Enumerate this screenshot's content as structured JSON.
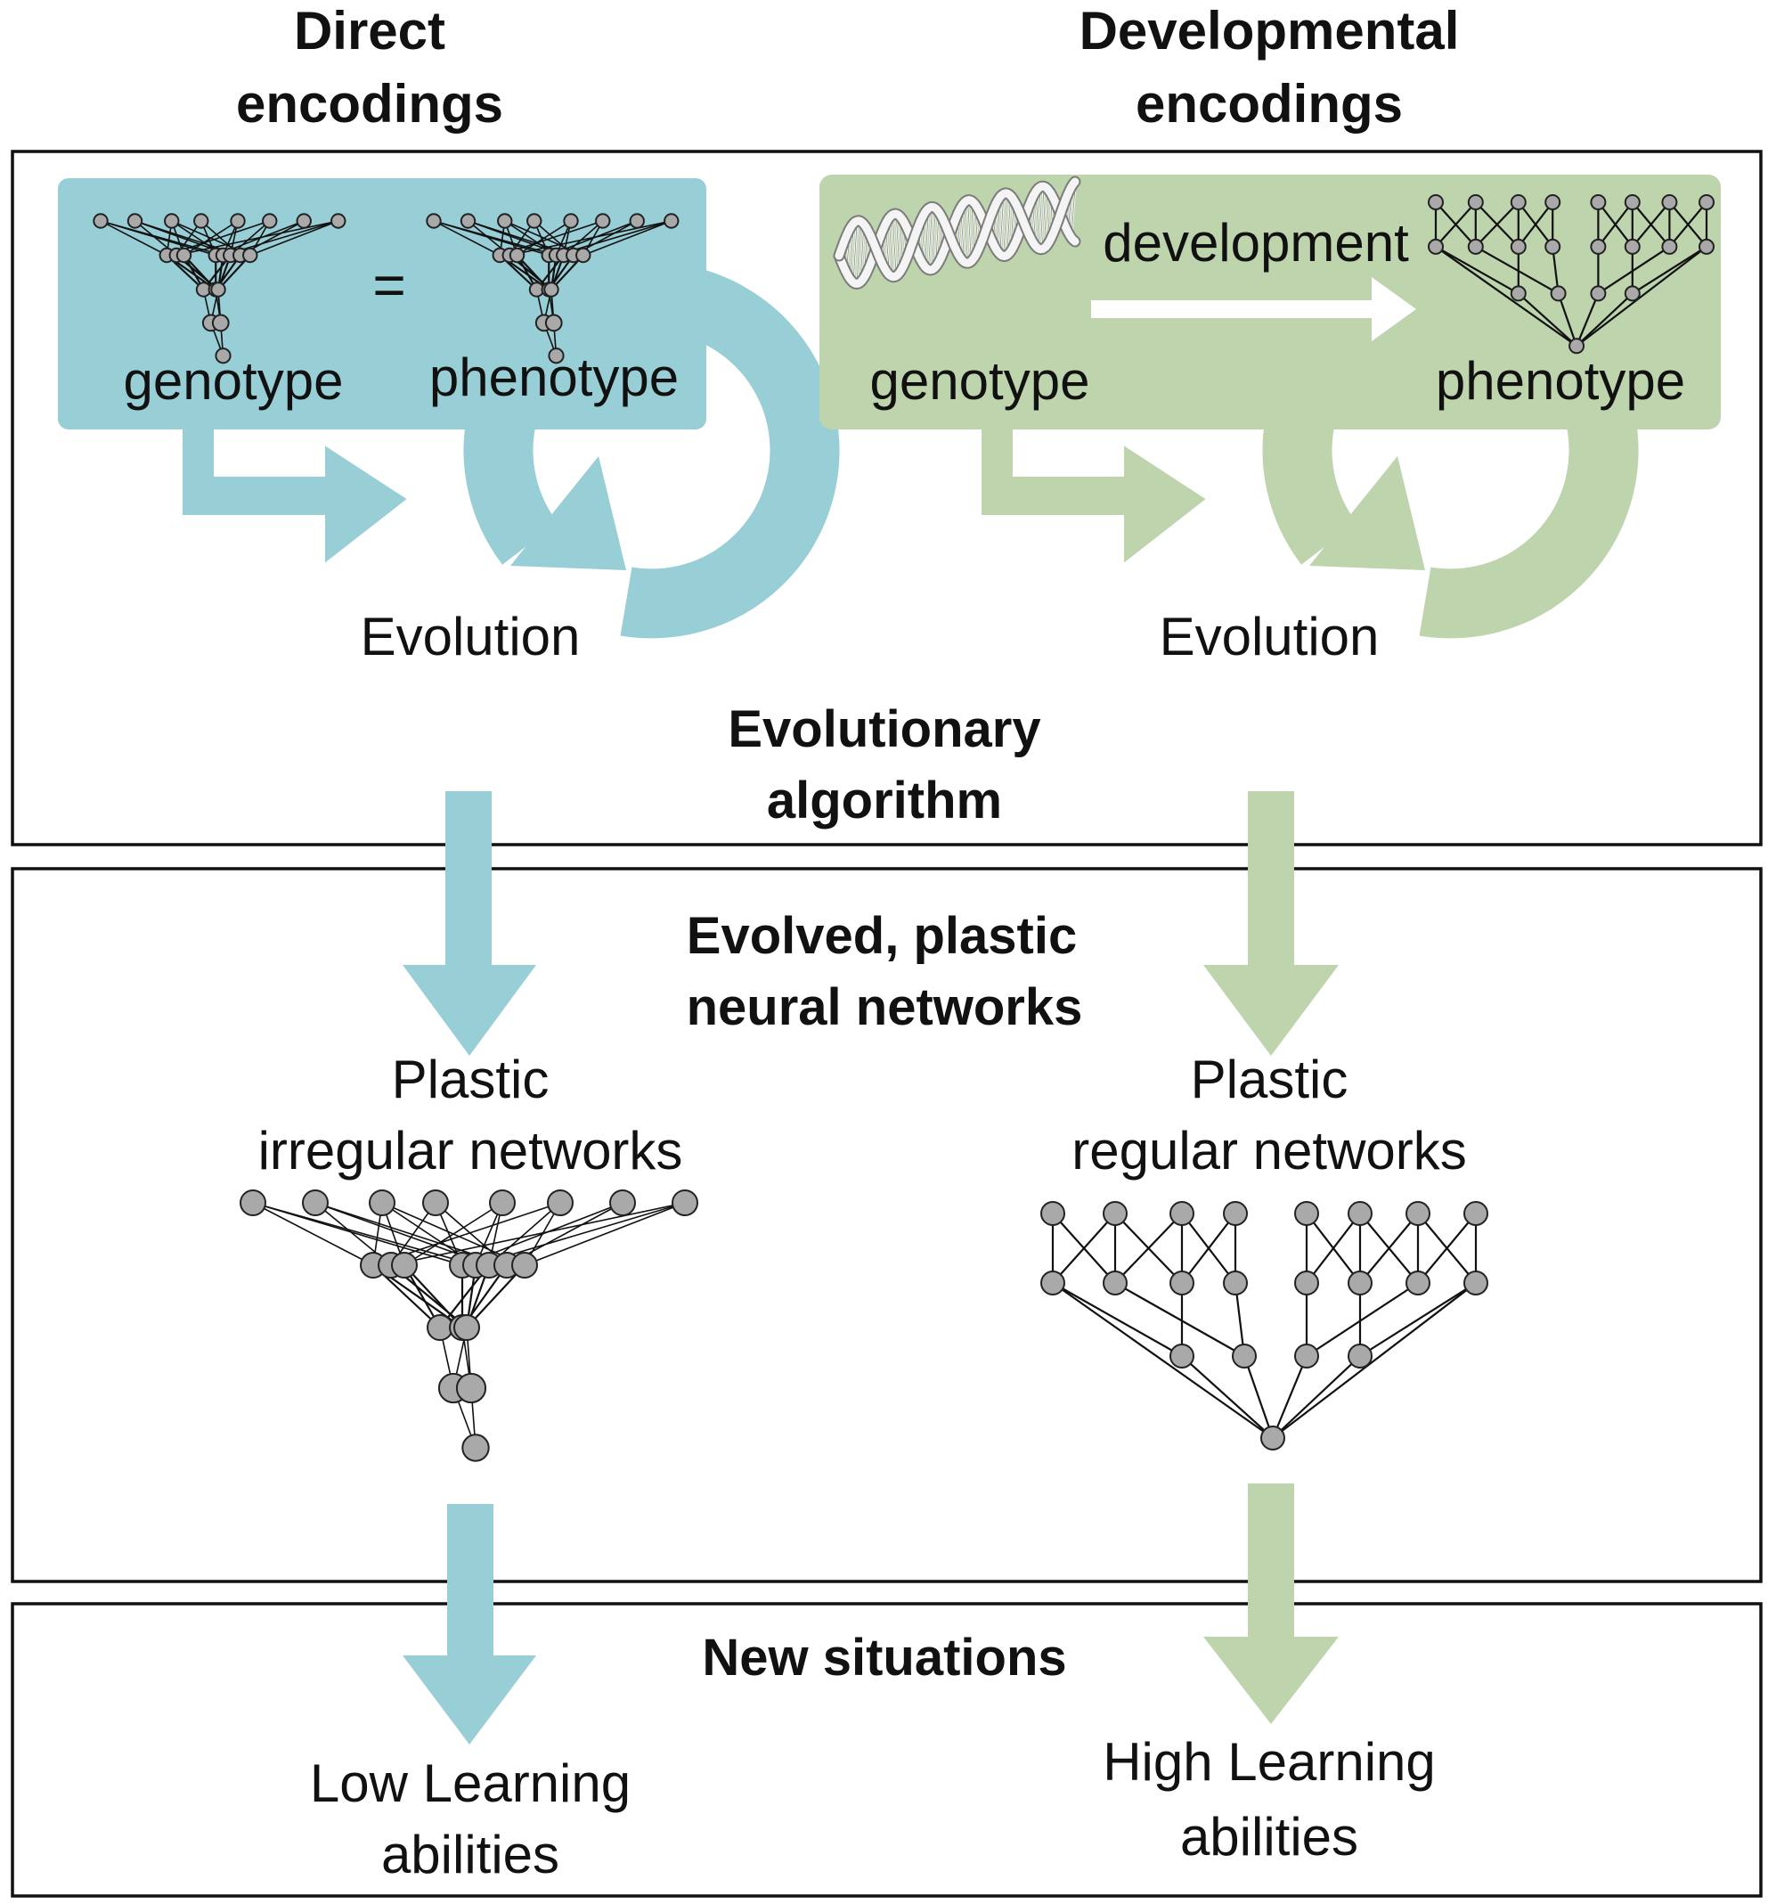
{
  "colors": {
    "direct": "#98ced6",
    "developmental": "#bdd4ad",
    "frame": "#111111",
    "node_fill": "#a9a9a9"
  },
  "columns": {
    "direct": {
      "heading_line1": "Direct",
      "heading_line2": "encodings",
      "genotype_label": "genotype",
      "equals_sign": "=",
      "phenotype_label": "phenotype",
      "evolution_label": "Evolution",
      "network_label_line1": "Plastic",
      "network_label_line2": "irregular networks",
      "outcome_line1": "Low Learning",
      "outcome_line2": "abilities"
    },
    "developmental": {
      "heading_line1": "Developmental",
      "heading_line2": "encodings",
      "development_label": "development",
      "genotype_label": "genotype",
      "phenotype_label": "phenotype",
      "evolution_label": "Evolution",
      "network_label_line1": "Plastic",
      "network_label_line2": "regular networks",
      "outcome_line1": "High Learning",
      "outcome_line2": "abilities"
    }
  },
  "sections": {
    "evolutionary_algorithm_line1": "Evolutionary",
    "evolutionary_algorithm_line2": "algorithm",
    "evolved_networks_line1": "Evolved, plastic",
    "evolved_networks_line2": "neural networks",
    "new_situations": "New situations"
  },
  "icons": {
    "dna": "dna-double-helix-icon",
    "direct_network": "irregular-network-icon",
    "developmental_network": "regular-network-icon",
    "cycle_arrow": "evolution-cycle-arrow-icon"
  }
}
